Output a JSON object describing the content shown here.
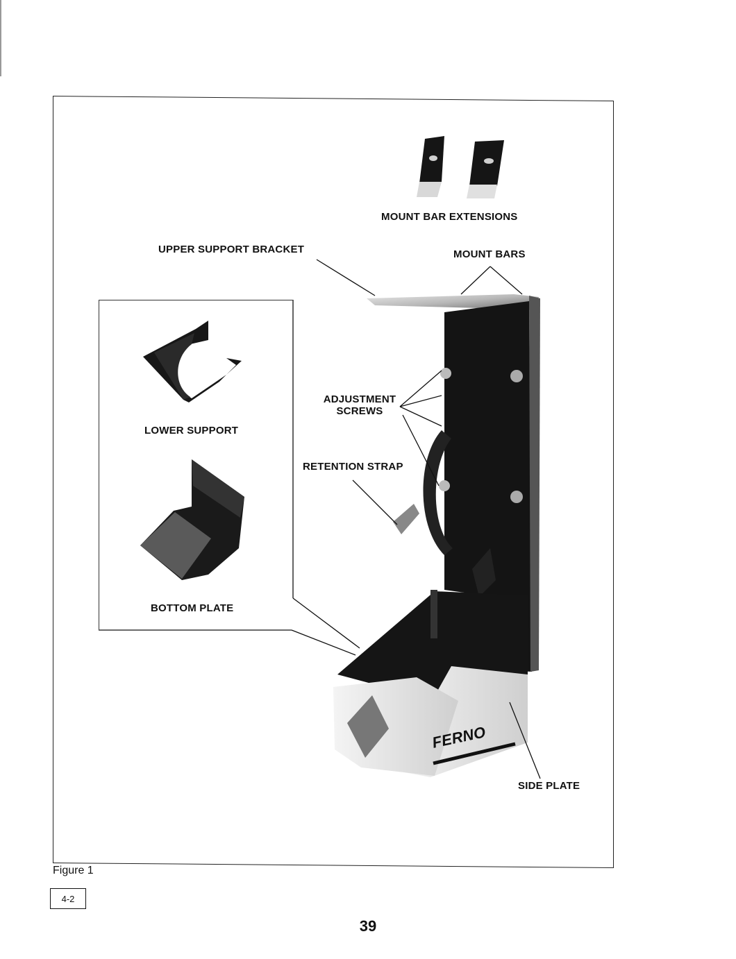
{
  "figure": {
    "labels": {
      "mount_bar_extensions": "MOUNT BAR EXTENSIONS",
      "upper_support_bracket": "UPPER SUPPORT BRACKET",
      "mount_bars": "MOUNT BARS",
      "adjustment_screws_line1": "ADJUSTMENT",
      "adjustment_screws_line2": "SCREWS",
      "retention_strap": "RETENTION STRAP",
      "lower_support": "LOWER SUPPORT",
      "bottom_plate": "BOTTOM PLATE",
      "side_plate": "SIDE PLATE"
    },
    "brand_logo": "FERNO",
    "caption": "Figure 1"
  },
  "footer": {
    "section": "4-2",
    "page_number": "39"
  }
}
